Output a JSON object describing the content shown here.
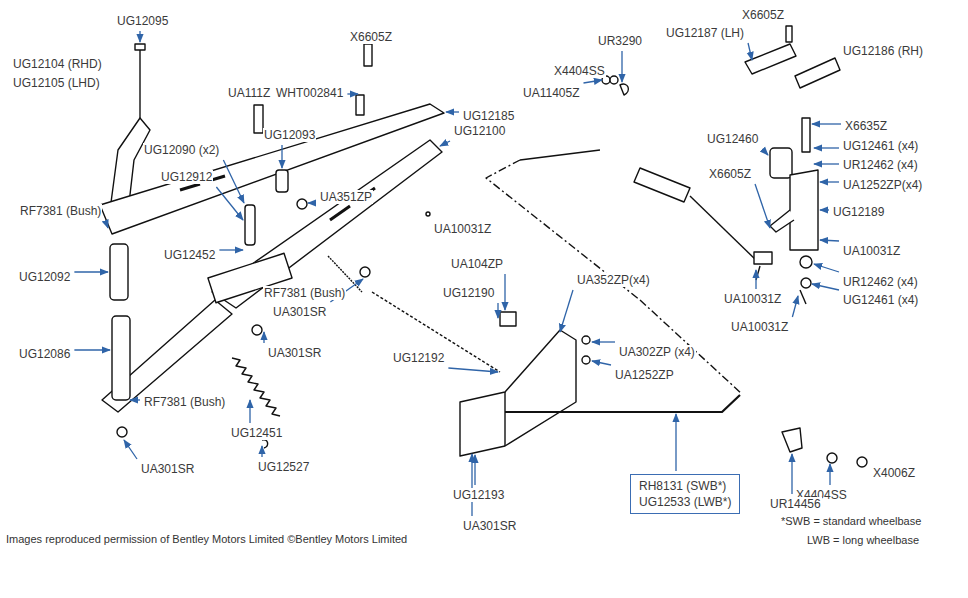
{
  "diagram": {
    "nodes": [
      {
        "text": [
          "RH8131 (SWB*)",
          "UG12533 (LWB*)"
        ]
      }
    ],
    "labels": [
      "UG12095",
      "UG12104 (RHD)",
      "UG12105 (LHD)",
      "X6605Z",
      "UA111Z",
      "WHT002841",
      "UG12185",
      "UG12093",
      "UG12100",
      "UG12090 (x2)",
      "UG12912",
      "UA351ZP",
      "UA10031Z",
      "RF7381 (Bush)",
      "UG12452",
      "UG12092",
      "RF7381 (Bush)",
      "UA301SR",
      "UA301SR",
      "UG12086",
      "RF7381 (Bush)",
      "UG12451",
      "UG12527",
      "UA301SR",
      "UR3290",
      "X4404SS",
      "UA11405Z",
      "UA104ZP",
      "UA352ZP(x4)",
      "UG12190",
      "UA302ZP (x4)",
      "UG12192",
      "UA1252ZP",
      "UG12193",
      "UA301SR",
      "X6605Z",
      "UG12187 (LH)",
      "UG12186 (RH)",
      "X6635Z",
      "UG12460",
      "UG12461 (x4)",
      "UR12462 (x4)",
      "UA1252ZP(x4)",
      "X6605Z",
      "UG12189",
      "UA10031Z",
      "UR12462 (x4)",
      "UG12461 (x4)",
      "UA10031Z",
      "UA10031Z",
      "X4006Z",
      "X4404SS",
      "UR14456",
      "*SWB = standard wheelbase",
      "LWB = long wheelbase",
      "Images reproduced permission of Bentley Motors Limited ©Bentley Motors Limited"
    ]
  }
}
